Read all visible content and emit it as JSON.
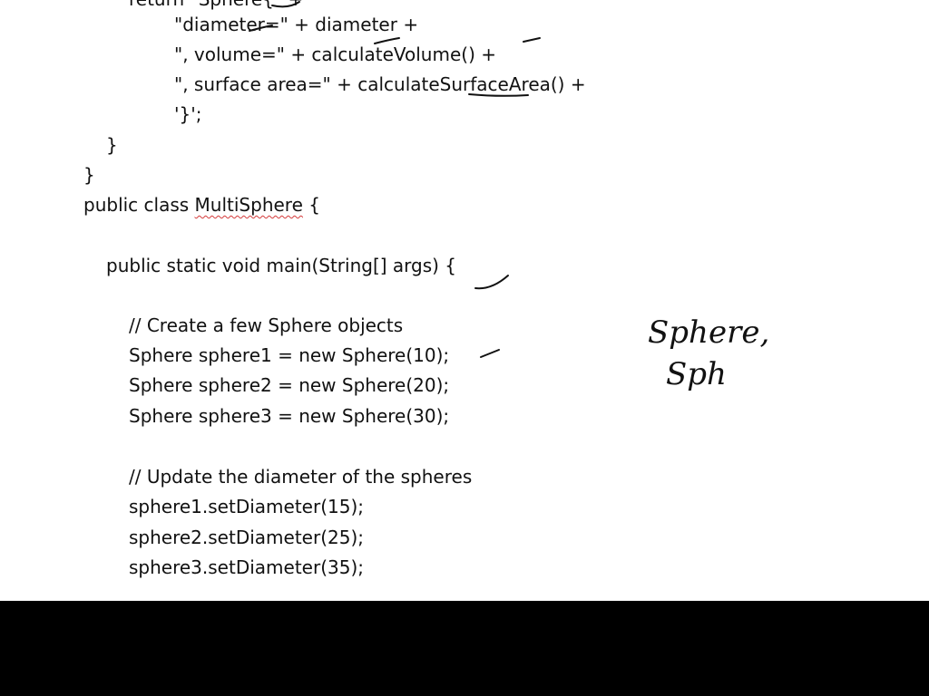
{
  "document": {
    "lines": [
      "return \"Sphere{\" +",
      "\"diameter=\" + diameter +",
      "\", volume=\" + calculateVolume() +",
      "\", surface area=\" + calculateSurfaceArea() +",
      "'}';",
      "}",
      "}",
      "{",
      "public static void main(String[] args) {",
      "// Create a few Sphere objects",
      "Sphere sphere1 = new Sphere(10);",
      "Sphere sphere2 = new Sphere(20);",
      "Sphere sphere3 = new Sphere(30);",
      "// Update the diameter of the spheres",
      "sphere1.setDiameter(15);",
      "sphere2.setDiameter(25);",
      "sphere3.setDiameter(35);"
    ],
    "class_decl_prefix": "public class ",
    "class_name": "MultiSphere",
    "class_decl_suffix": " {"
  },
  "annotations": {
    "handwriting_line1": "Sphere,",
    "handwriting_line2": "Sph"
  },
  "colors": {
    "ink": "#111111",
    "spellcheck": "#d43a3a",
    "bottom_bar": "#000000"
  }
}
